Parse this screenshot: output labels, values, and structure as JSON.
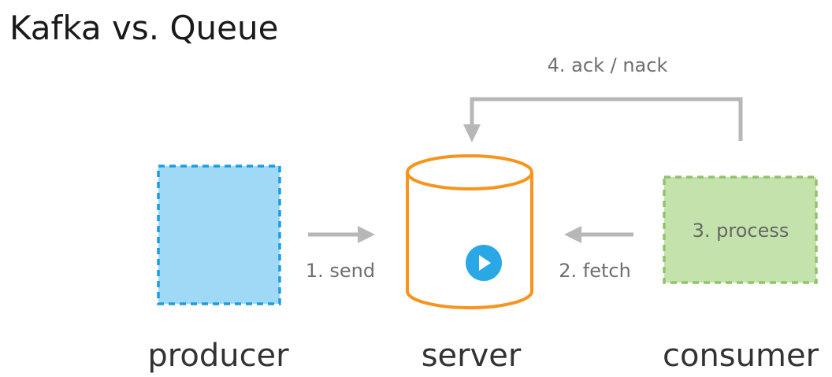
{
  "title": "Kafka vs. Queue",
  "nodes": {
    "producer": {
      "label": "producer"
    },
    "server": {
      "label": "server"
    },
    "consumer": {
      "label": "consumer",
      "inner_label": "3. process"
    }
  },
  "steps": {
    "send": "1. send",
    "fetch": "2. fetch",
    "ack": "4. ack / nack"
  },
  "colors": {
    "producer_fill": "#9fd9f5",
    "producer_border": "#1f9be0",
    "server_stroke": "#f7941d",
    "consumer_fill": "#c4e2ab",
    "consumer_border": "#8fc46a",
    "arrow": "#b7b7b7",
    "play_button": "#2aa8e6"
  },
  "icons": {
    "play": "play-icon"
  }
}
